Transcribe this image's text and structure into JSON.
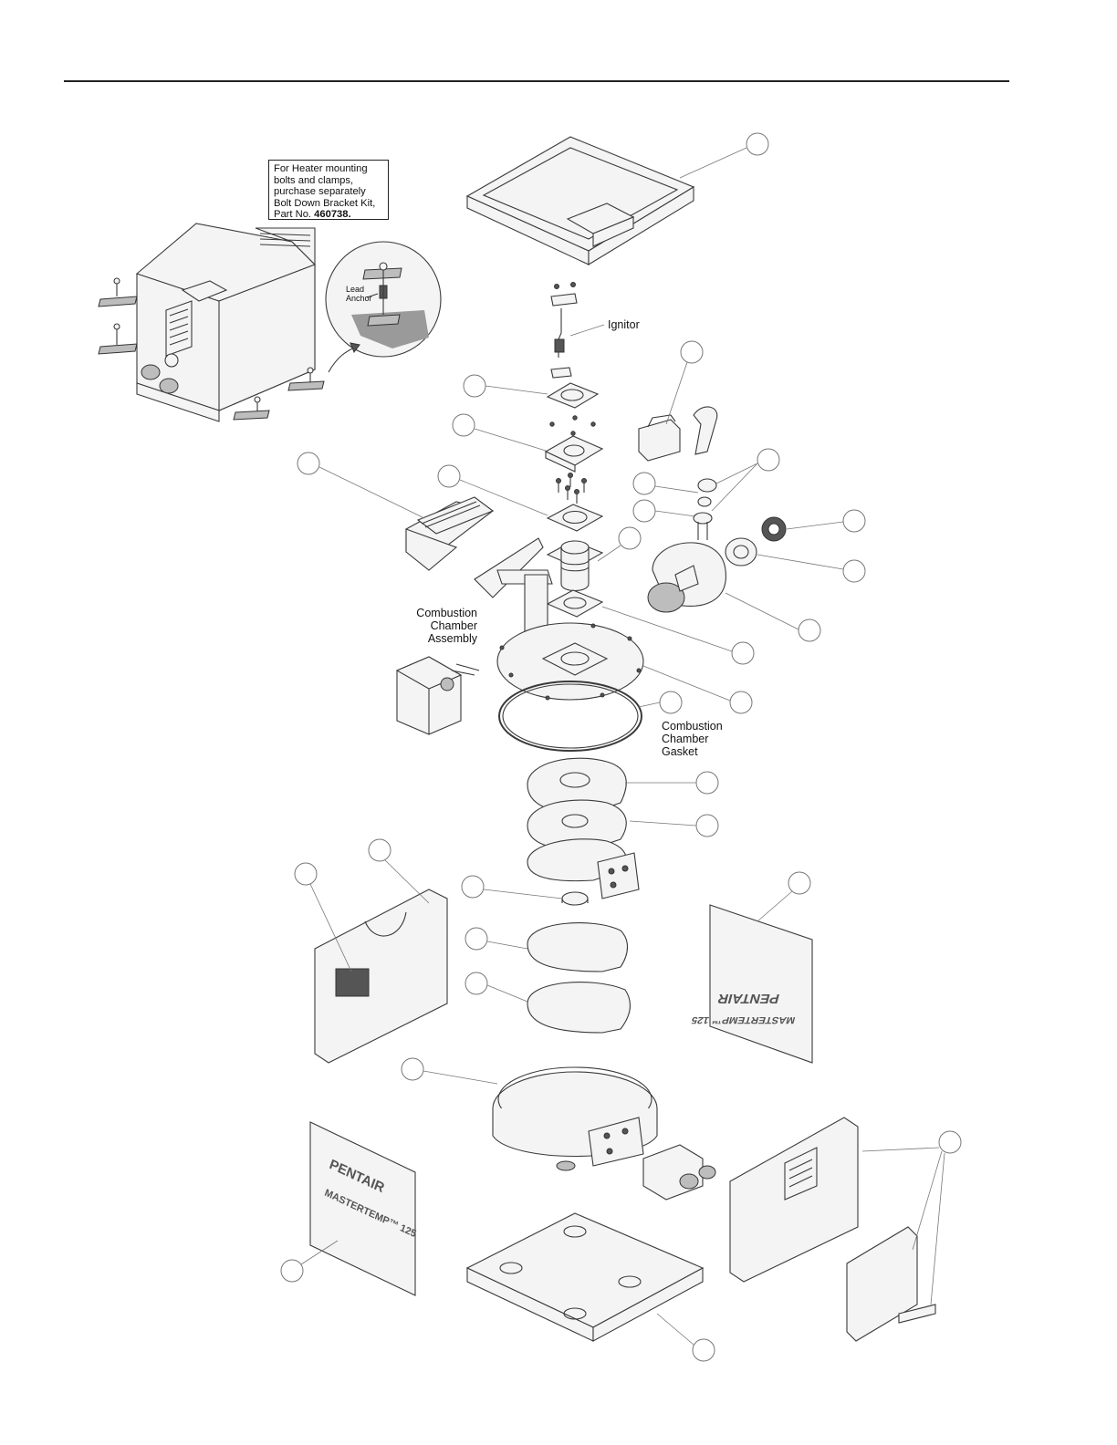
{
  "note": {
    "line1": "For Heater mounting",
    "line2": "bolts and clamps,",
    "line3": "purchase separately",
    "line4": "Bolt Down Bracket Kit,",
    "line5_prefix": "Part No. ",
    "part_number": "460738."
  },
  "labels": {
    "lead_anchor_1": "Lead",
    "lead_anchor_2": "Anchor",
    "ignitor": "Ignitor",
    "combustion_chamber_assembly_1": "Combustion",
    "combustion_chamber_assembly_2": "Chamber",
    "combustion_chamber_assembly_3": "Assembly",
    "combustion_chamber_gasket_1": "Combustion",
    "combustion_chamber_gasket_2": "Chamber",
    "combustion_chamber_gasket_3": "Gasket"
  },
  "panel_text": {
    "brand": "PENTAIR",
    "model_left": "MASTERTEMP™ 125",
    "model_right": "MASTERTEMP™ 125"
  }
}
